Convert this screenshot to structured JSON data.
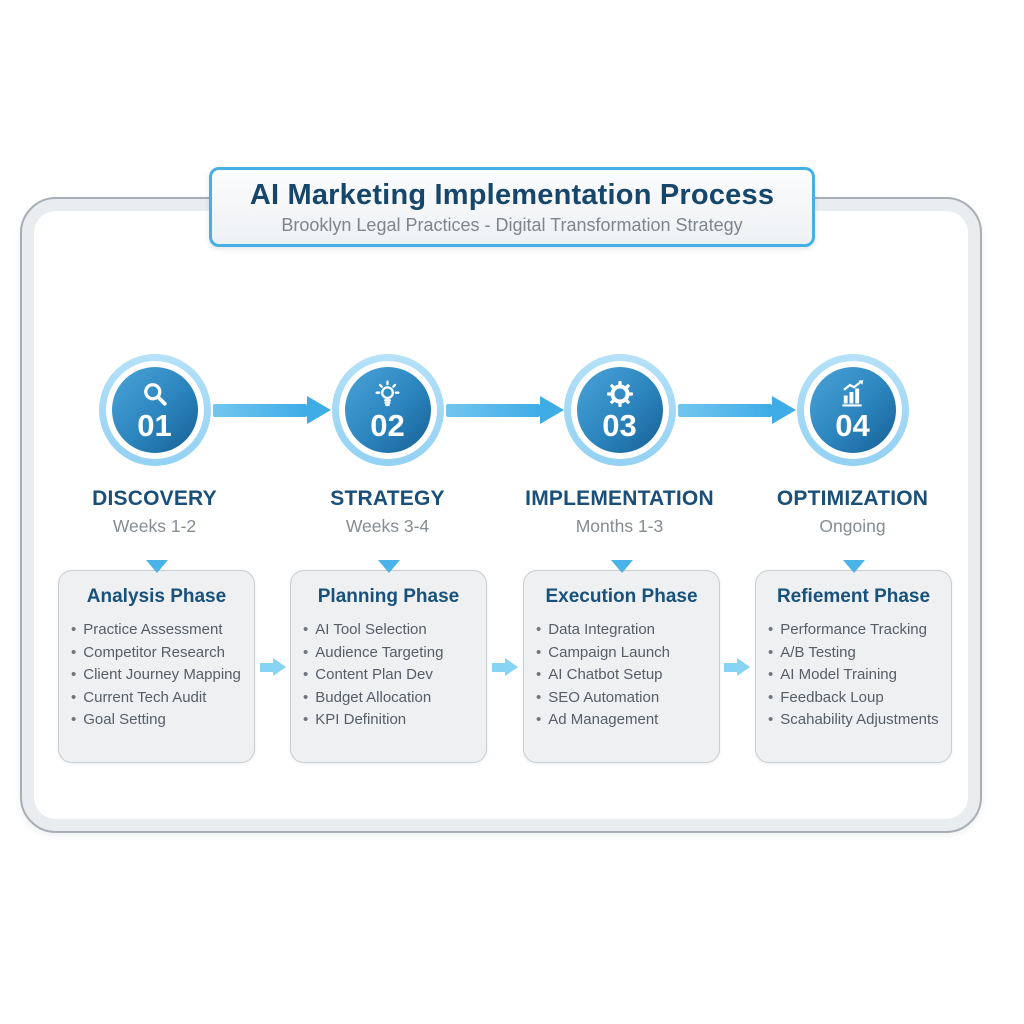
{
  "header": {
    "title": "AI Marketing Implementation Process",
    "subtitle": "Brooklyn Legal Practices - Digital Transformation Strategy"
  },
  "phases": [
    {
      "number": "01",
      "icon": "search-icon",
      "name": "DISCOVERY",
      "duration": "Weeks 1-2",
      "card": {
        "title": "Analysis Phase",
        "items": [
          "Practice Assessment",
          "Competitor Research",
          "Client Journey Mapping",
          "Current Tech Audit",
          "Goal Setting"
        ]
      }
    },
    {
      "number": "02",
      "icon": "lightbulb-icon",
      "name": "STRATEGY",
      "duration": "Weeks 3-4",
      "card": {
        "title": "Planning Phase",
        "items": [
          "AI Tool Selection",
          "Audience Targeting",
          "Content Plan Dev",
          "Budget Allocation",
          "KPI Definition"
        ]
      }
    },
    {
      "number": "03",
      "icon": "gear-icon",
      "name": "IMPLEMENTATION",
      "duration": "Months 1-3",
      "card": {
        "title": "Execution Phase",
        "items": [
          "Data Integration",
          "Campaign Launch",
          "AI Chatbot Setup",
          "SEO Automation",
          "Ad Management"
        ]
      }
    },
    {
      "number": "04",
      "icon": "growth-chart-icon",
      "name": "OPTIMIZATION",
      "duration": "Ongoing",
      "card": {
        "title": "Refiement Phase",
        "items": [
          "Performance Tracking",
          "A/B Testing",
          "AI Model Training",
          "Feedback Loup",
          "Scahability Adjustments"
        ]
      }
    }
  ],
  "colors": {
    "navy_title": "#17466b",
    "navy_labels": "#1a4f79",
    "subtitle_gray": "#7e858c",
    "circle_blue_light": "#4aa3d8",
    "circle_blue_dark": "#175f95",
    "ring_light_blue": "#a6daf4",
    "arrow_blue": "#3face6",
    "small_arrow_blue": "#86d3f4",
    "title_box_border": "#46afe5",
    "card_background": "#eef0f2",
    "card_text_gray": "#575e66",
    "panel_band_gray": "#e9edf0"
  }
}
